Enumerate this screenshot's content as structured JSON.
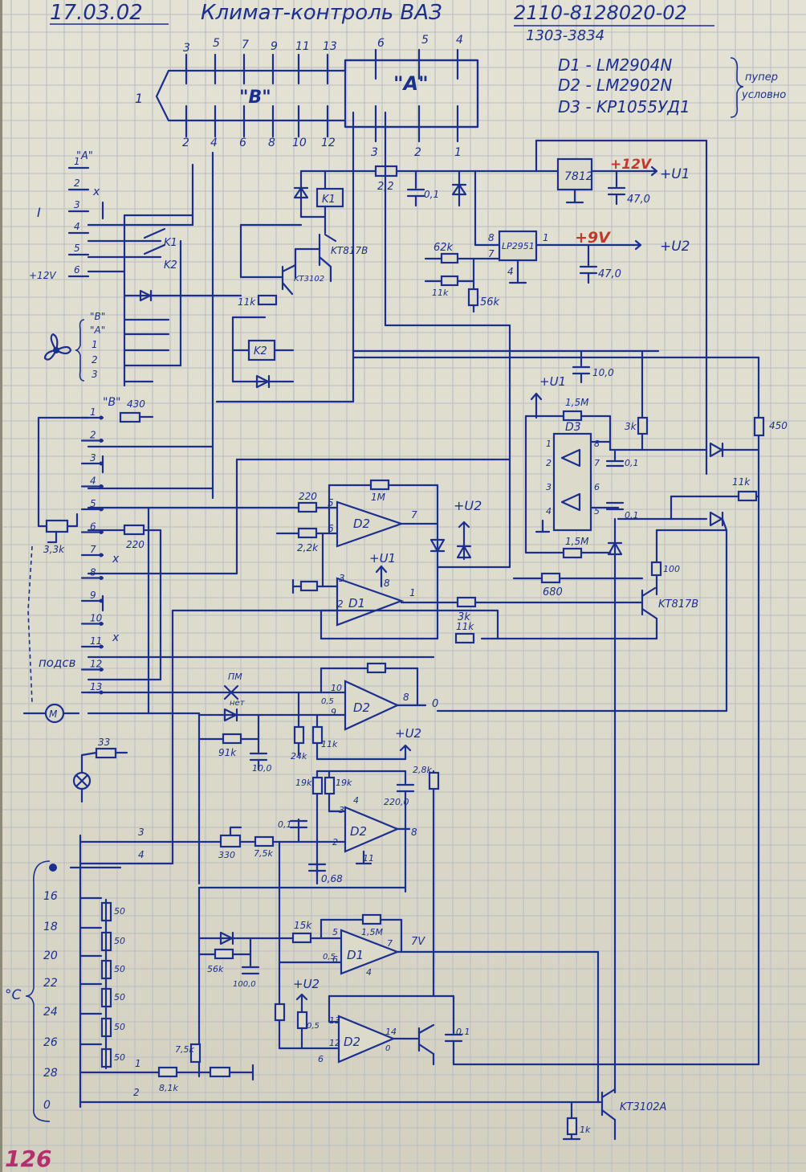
{
  "header": {
    "date": "17.03.02",
    "title": "Климат-контроль ВАЗ",
    "model_number": "2110-8128020-02",
    "sub_number": "1303-3834"
  },
  "connector": {
    "block_b_label": "\"B\"",
    "block_a_label": "\"A\"",
    "side_label": "1",
    "top_pins_b": [
      "3",
      "5",
      "7",
      "9",
      "11",
      "13"
    ],
    "bottom_pins_b": [
      "2",
      "4",
      "6",
      "8",
      "10",
      "12"
    ],
    "top_pins_a": [
      "6",
      "5",
      "4"
    ],
    "bottom_pins_a": [
      "3",
      "2",
      "1"
    ]
  },
  "parts_list": {
    "d1": "D1 - LM2904N",
    "d2": "D2 - LM2902N",
    "d3": "D3 - KP1055УД1",
    "note_line1": "пупер",
    "note_line2": "условно"
  },
  "power": {
    "reg1": "7812",
    "v12": "+12V",
    "u1_out": "+U1",
    "reg2": "LP2951",
    "v9": "+9V",
    "u2_out": "+U2",
    "cap1": "47,0",
    "cap2": "47,0",
    "r_in": "2,2",
    "c_in": "0,1",
    "r62k": "62k",
    "r11k": "11k",
    "r56k": "56k",
    "pin8": "8",
    "pin7": "7",
    "pin1": "1",
    "pin4": "4"
  },
  "block_a": {
    "label": "\"A\"",
    "section": "I",
    "pins": [
      "1",
      "2",
      "3",
      "4",
      "5",
      "6"
    ],
    "v12_label": "+12V",
    "x_mark": "x",
    "k1": "K1",
    "k2": "K2",
    "fan_taps": [
      "\"B\"",
      "\"A\"",
      "1",
      "2",
      "3"
    ]
  },
  "relays": {
    "k1": "K1",
    "k2": "K2",
    "t1": "KT817B",
    "t2": "KT3102",
    "r11k": "11k"
  },
  "block_b": {
    "label": "\"B\"",
    "pins": [
      "1",
      "2",
      "3",
      "4",
      "5",
      "6",
      "7",
      "8",
      "9",
      "10",
      "11",
      "12",
      "13"
    ],
    "r430": "430",
    "r220": "220",
    "pot": "3,3k",
    "podsv": "подсв",
    "r33": "33",
    "x_mark": "x"
  },
  "d3_block": {
    "u1": "+U1",
    "d3": "D3",
    "r15m_top": "1,5M",
    "r15m_bot": "1,5M",
    "pins_left": [
      "1",
      "2",
      "3",
      "4"
    ],
    "pins_right": [
      "8",
      "7",
      "6",
      "5"
    ],
    "c01a": "0,1",
    "c01b": "0,1",
    "r3k": "3k",
    "r680": "680",
    "cap10": "10,0",
    "r450": "450",
    "r11k": "11k",
    "r100": "100",
    "t_out": "KT817B"
  },
  "opamps": {
    "d2_top": "D2",
    "d1_mid": "D1",
    "d2_lower": "D2",
    "d2_fourth": "D2",
    "d1_fifth": "D1",
    "d2_bottom": "D2",
    "r220": "220",
    "r22k": "2,2k",
    "r1m": "1M",
    "u2": "+U2",
    "u1": "+U1",
    "r3k": "3k",
    "r11k": "11k",
    "pin5": "5",
    "pin6": "6",
    "pin7": "7",
    "pin3": "3",
    "pin2": "2",
    "pin1": "1",
    "pin8": "8",
    "pin10": "10",
    "pin9": "9",
    "pin8b": "8",
    "pin0": "0",
    "r_s1": "0,5"
  },
  "sensor_block": {
    "pm": "ПМ",
    "ntc": "нет",
    "r91k": "91k",
    "r11k": "11k",
    "r24k": "24k",
    "c1": "10,0",
    "r19k_a": "19k",
    "r19k_b": "19k",
    "r28k": "2,8k",
    "u2": "+U2",
    "c220": "220,0",
    "c01": "0,1",
    "c068": "0,68",
    "r330": "330",
    "r75k": "7,5k",
    "pin4": "4",
    "pin11": "11",
    "pin8": "8",
    "pin3": "3",
    "pin2": "2",
    "pin3_in": "3",
    "pin4_in": "4"
  },
  "temp_block": {
    "unit": "°C",
    "scale": [
      "16",
      "18",
      "20",
      "22",
      "24",
      "26",
      "28",
      "0"
    ],
    "r50": "50",
    "r15k": "15k",
    "r15m": "1,5M",
    "r56k": "56k",
    "c100": "100,0",
    "v7": "7V",
    "u2": "+U2",
    "r75k": "7,5k",
    "r81k": "8,1k",
    "c01": "0,1",
    "t_bottom": "KT3102A",
    "r1k": "1k",
    "pin1": "1",
    "pin2": "2",
    "pin5": "5",
    "pin6": "6",
    "pin7": "7",
    "pin4": "4",
    "pin13": "13",
    "pin12": "12",
    "pin14": "14",
    "pin0": "0",
    "pin6b": "6",
    "r_a": "0,5"
  },
  "page_number": "126",
  "colors": {
    "ink": "#1b2f8f",
    "red": "#c0392b",
    "magenta": "#b4306c"
  }
}
